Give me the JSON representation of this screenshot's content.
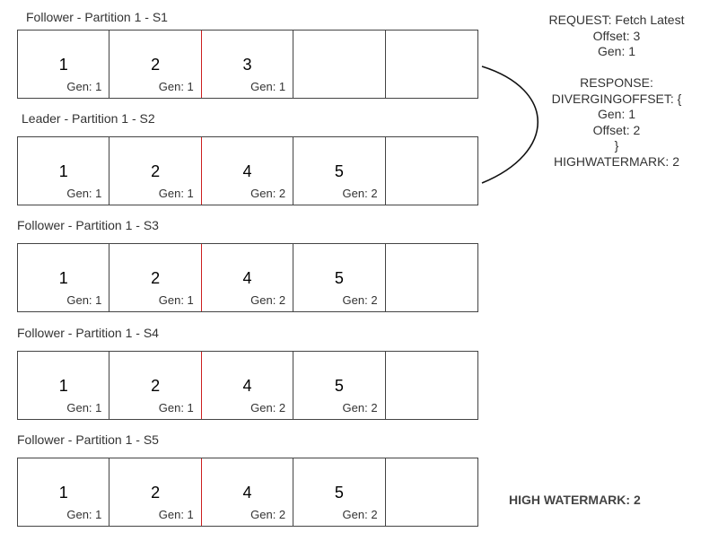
{
  "partitions": [
    {
      "title": "Follower - Partition 1 - S1",
      "cells": [
        {
          "offset": "1",
          "gen": "Gen: 1"
        },
        {
          "offset": "2",
          "gen": "Gen: 1"
        },
        {
          "offset": "3",
          "gen": "Gen: 1"
        },
        {
          "offset": "",
          "gen": ""
        },
        {
          "offset": "",
          "gen": ""
        }
      ]
    },
    {
      "title": "Leader - Partition 1 - S2",
      "cells": [
        {
          "offset": "1",
          "gen": "Gen: 1"
        },
        {
          "offset": "2",
          "gen": "Gen: 1"
        },
        {
          "offset": "4",
          "gen": "Gen: 2"
        },
        {
          "offset": "5",
          "gen": "Gen: 2"
        },
        {
          "offset": "",
          "gen": ""
        }
      ]
    },
    {
      "title": "Follower - Partition 1 - S3",
      "cells": [
        {
          "offset": "1",
          "gen": "Gen: 1"
        },
        {
          "offset": "2",
          "gen": "Gen: 1"
        },
        {
          "offset": "4",
          "gen": "Gen: 2"
        },
        {
          "offset": "5",
          "gen": "Gen: 2"
        },
        {
          "offset": "",
          "gen": ""
        }
      ]
    },
    {
      "title": "Follower - Partition 1 - S4",
      "cells": [
        {
          "offset": "1",
          "gen": "Gen: 1"
        },
        {
          "offset": "2",
          "gen": "Gen: 1"
        },
        {
          "offset": "4",
          "gen": "Gen: 2"
        },
        {
          "offset": "5",
          "gen": "Gen: 2"
        },
        {
          "offset": "",
          "gen": ""
        }
      ]
    },
    {
      "title": "Follower - Partition 1 - S5",
      "cells": [
        {
          "offset": "1",
          "gen": "Gen: 1"
        },
        {
          "offset": "2",
          "gen": "Gen: 1"
        },
        {
          "offset": "4",
          "gen": "Gen: 2"
        },
        {
          "offset": "5",
          "gen": "Gen: 2"
        },
        {
          "offset": "",
          "gen": ""
        }
      ]
    }
  ],
  "exchange": {
    "request": [
      "REQUEST: Fetch Latest",
      "Offset: 3",
      "Gen: 1"
    ],
    "response": [
      "RESPONSE:",
      "DIVERGINGOFFSET: {",
      "Gen: 1",
      "Offset: 2",
      "}",
      "HIGHWATERMARK: 2"
    ]
  },
  "high_watermark_label": "HIGH WATERMARK: 2",
  "colors": {
    "divider": "#cc1f1f",
    "border": "#444444",
    "text": "#333333"
  }
}
